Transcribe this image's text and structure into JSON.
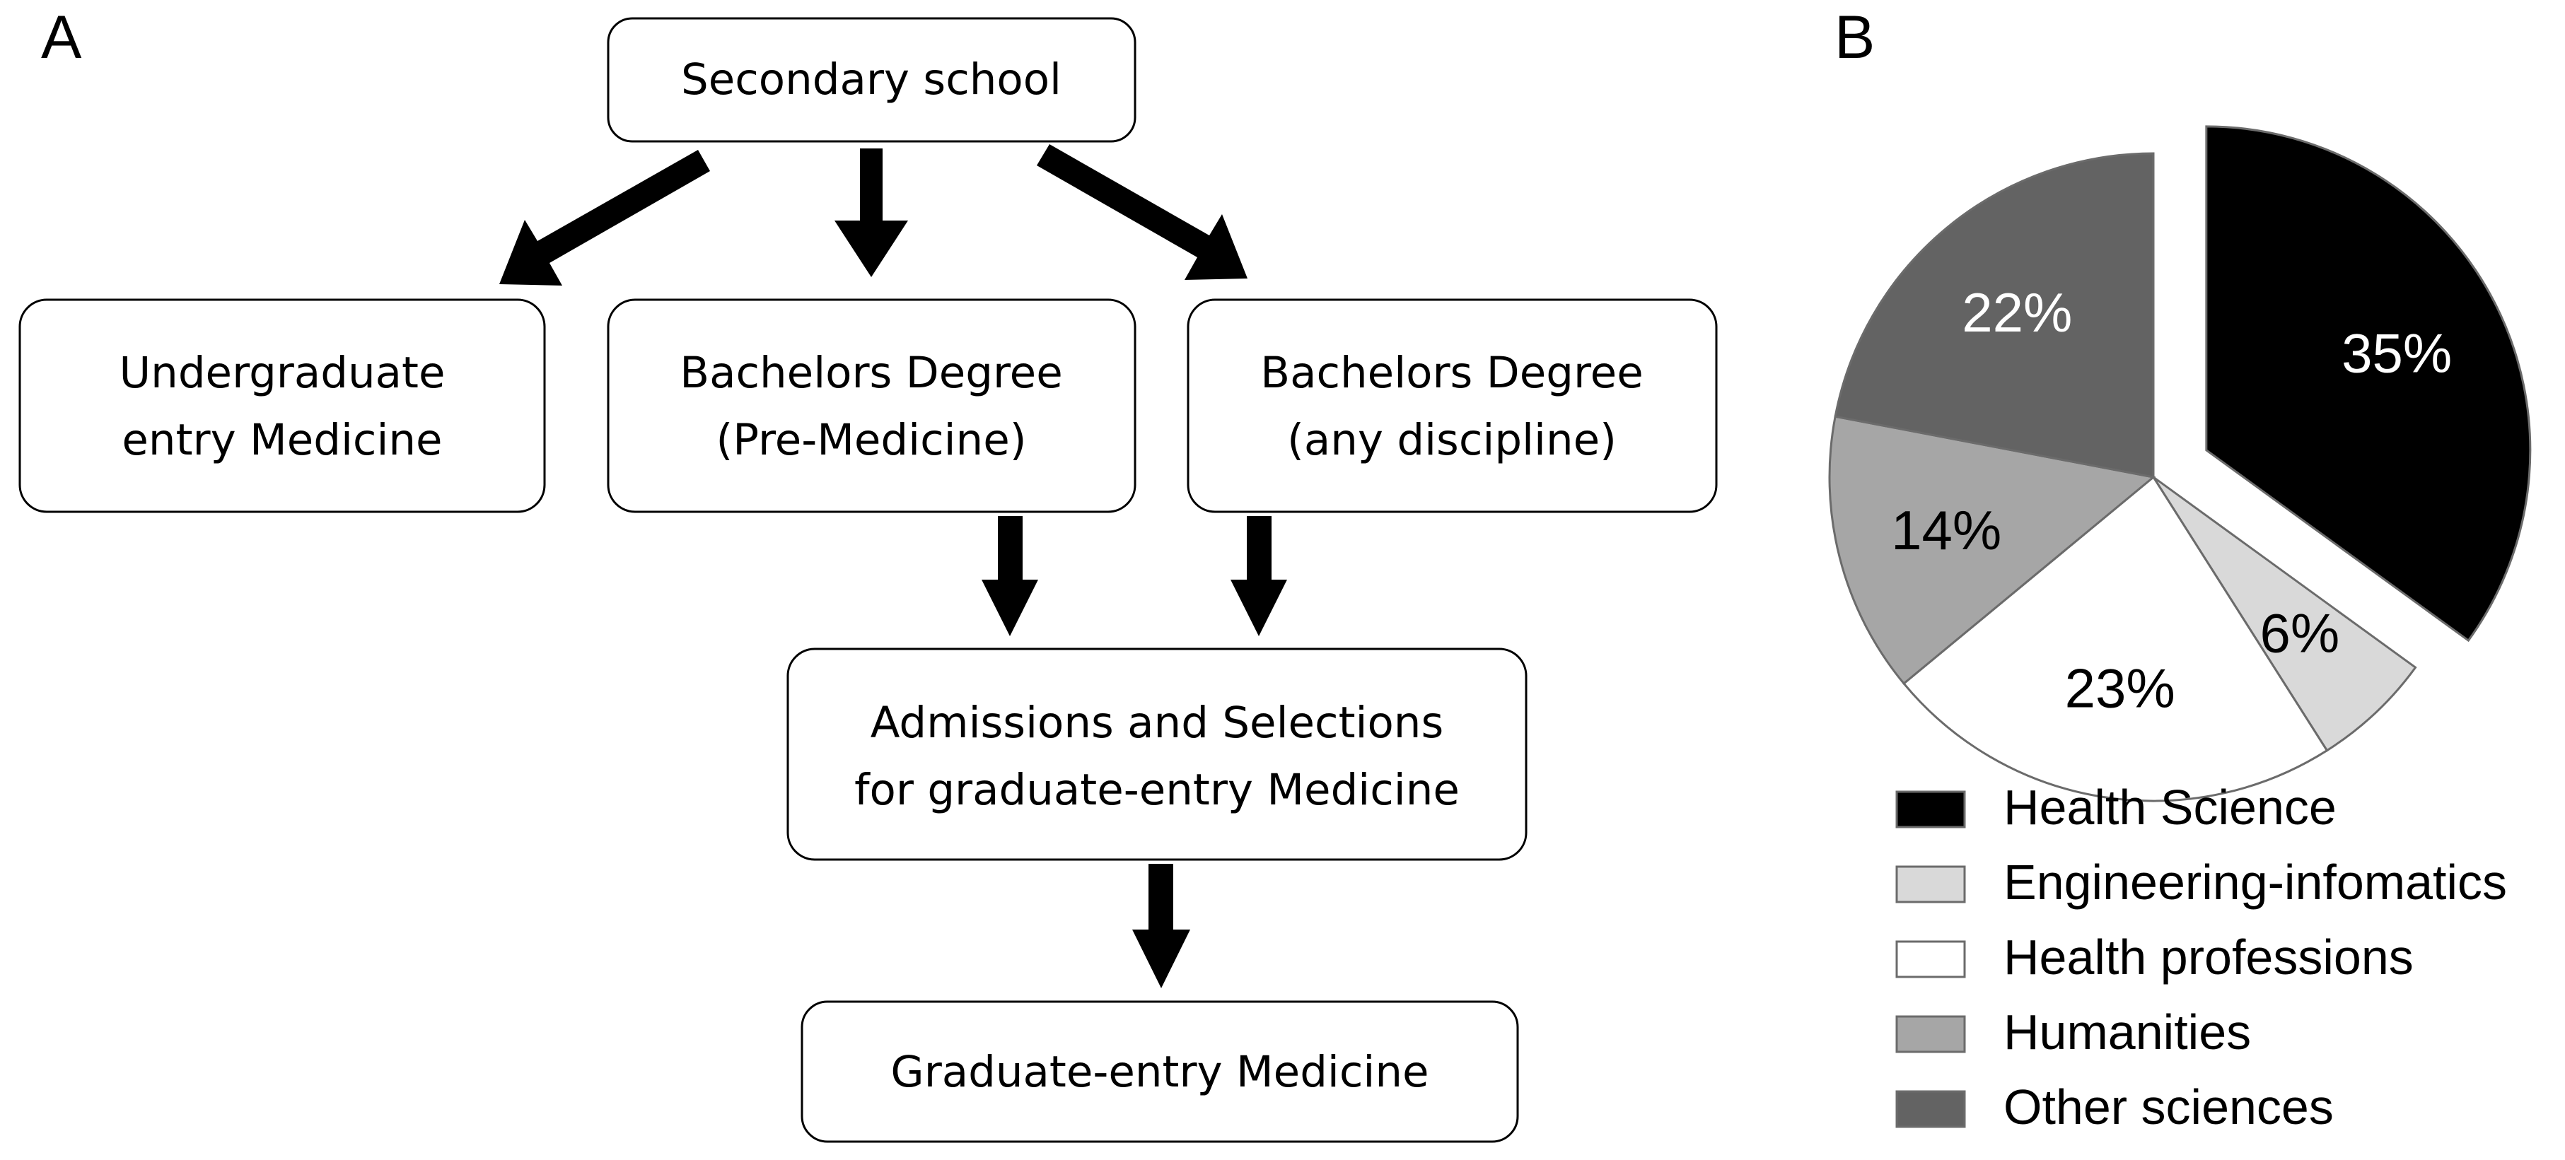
{
  "panel_a": {
    "letter": "A",
    "boxes": {
      "secondary_school": [
        "Secondary school"
      ],
      "undergraduate_entry": [
        "Undergraduate",
        "entry Medicine"
      ],
      "bachelors_pre_med": [
        "Bachelors Degree",
        "(Pre-Medicine)"
      ],
      "bachelors_any": [
        "Bachelors Degree",
        "(any discipline)"
      ],
      "admissions": [
        "Admissions and Selections",
        "for graduate-entry Medicine"
      ],
      "graduate_entry": [
        "Graduate-entry Medicine"
      ]
    }
  },
  "panel_b": {
    "letter": "B"
  },
  "chart_data": {
    "type": "pie",
    "categories": [
      "Health Science",
      "Engineering-infomatics",
      "Health professions",
      "Humanities",
      "Other sciences"
    ],
    "values": [
      35,
      6,
      23,
      14,
      22
    ],
    "labels": [
      "35%",
      "6%",
      "23%",
      "14%",
      "22%"
    ],
    "colors": [
      "#000000",
      "#d9d9d9",
      "#ffffff",
      "#a6a6a6",
      "#636363"
    ],
    "label_colors": [
      "#ffffff",
      "#000000",
      "#000000",
      "#000000",
      "#ffffff"
    ],
    "exploded": [
      true,
      false,
      false,
      false,
      false
    ],
    "legend_position": "bottom",
    "title": ""
  }
}
